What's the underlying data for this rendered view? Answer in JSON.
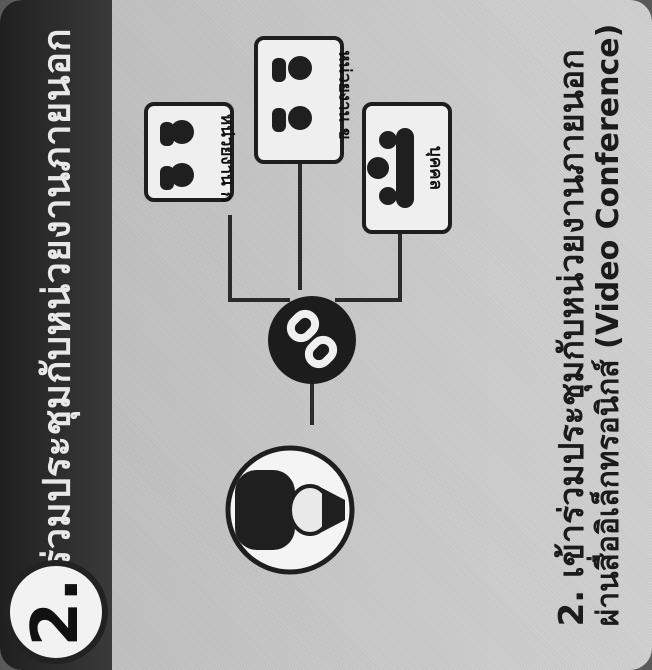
{
  "badge": {
    "number": "2."
  },
  "banner": {
    "title": "เข้าร่วมประชุมกับหน่วยงานภายนอก"
  },
  "caption": {
    "line1": "2. เข้าร่วมประชุมกับหน่วยงานภายนอก",
    "line2": "ผ่านสื่ออิเล็กทรอนิกส์ (Video Conference)"
  },
  "nodes": {
    "agency_a": "หน่วยงาน ก",
    "agency_b": "หน่วยงาน ข",
    "public": "บุคคล"
  },
  "icons": {
    "hub": "link-icon",
    "presenter": "person-icon",
    "agency_a": "people-icon",
    "agency_b": "people-icon",
    "public": "group-icon"
  },
  "colors": {
    "band": "#2a2a2a",
    "card": "#c6c6c6",
    "hub": "#1c1c1c"
  }
}
